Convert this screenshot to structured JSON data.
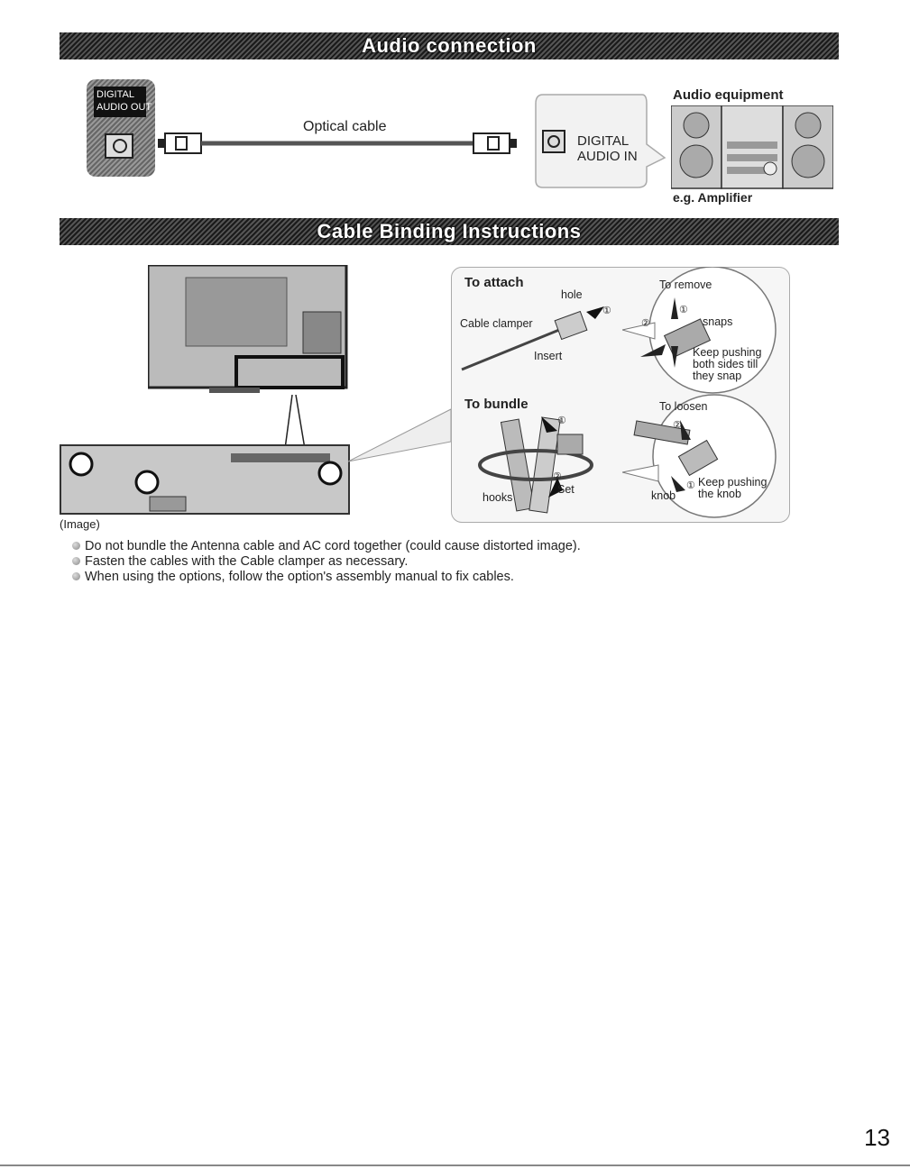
{
  "audio": {
    "title": "Audio connection",
    "port_label": "DIGITAL\nAUDIO OUT",
    "cable_label": "Optical cable",
    "input_label_1": "DIGITAL",
    "input_label_2": "AUDIO IN",
    "equipment_label": "Audio equipment",
    "example_label": "e.g. Amplifier"
  },
  "binding": {
    "title": "Cable Binding Instructions",
    "image_caption": "(Image)",
    "attach": {
      "heading": "To attach",
      "hole": "hole",
      "clamper": "Cable clamper",
      "insert": "Insert",
      "step1": "①"
    },
    "remove": {
      "heading": "To remove",
      "snaps": "snaps",
      "keep1": "Keep pushing",
      "keep2": "both sides till",
      "keep3": "they snap",
      "step1": "①",
      "step2": "②"
    },
    "bundle": {
      "heading": "To bundle",
      "hooks": "hooks",
      "set": "Set",
      "step1": "①",
      "step2": "②"
    },
    "loosen": {
      "heading": "To loosen",
      "knob": "knob",
      "keep1": "Keep pushing",
      "keep2": "the knob",
      "step1": "①",
      "step2": "②"
    }
  },
  "notes": [
    "Do not bundle the Antenna cable and AC cord together (could cause distorted image).",
    "Fasten the cables with the Cable clamper as necessary.",
    "When using the options, follow the option's assembly manual to fix cables."
  ],
  "page_number": "13"
}
